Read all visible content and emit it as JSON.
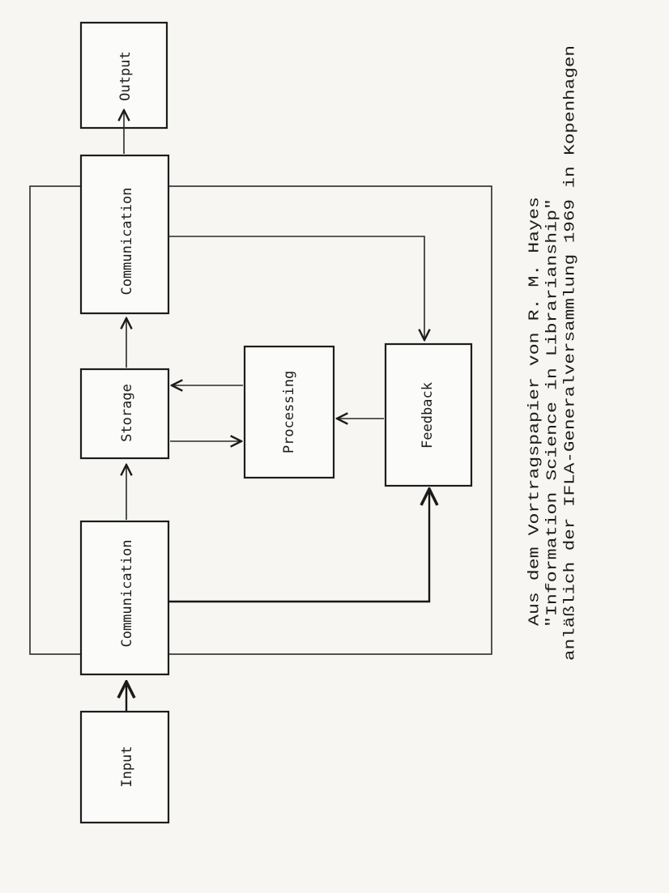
{
  "boxes": {
    "input": "Input",
    "communication_in": "Communication",
    "storage": "Storage",
    "processing": "Processing",
    "feedback": "Feedback",
    "communication_out": "Communication",
    "output": "Output"
  },
  "caption": {
    "line1": "Aus dem Vortragspapier von R. M. Hayes",
    "line2": "\"Information Science in Librarianship\"",
    "line3": "anläßlich der IFLA-Generalversammlung 1969 in Kopenhagen"
  }
}
